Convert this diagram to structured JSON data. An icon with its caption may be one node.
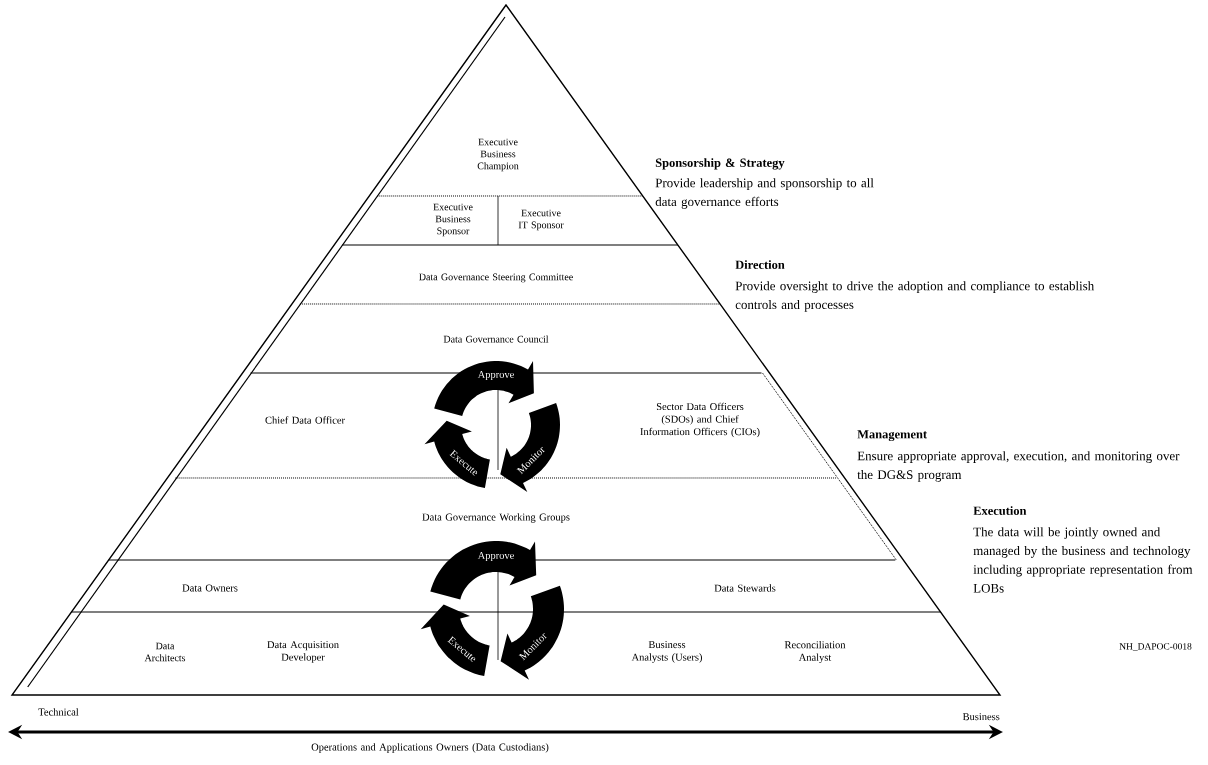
{
  "diagram": {
    "nodes": [
      {
        "text": [
          "Executive Business Champion"
        ]
      },
      {
        "text": [
          "Executive Business Sponsor"
        ]
      },
      {
        "text": [
          "Executive IT Sponsor"
        ]
      },
      {
        "text": [
          "Data Governance Steering Committee"
        ]
      },
      {
        "text": [
          "Data Governance Council"
        ]
      },
      {
        "text": [
          "Approve"
        ]
      },
      {
        "text": [
          "Chief Data Officer"
        ]
      },
      {
        "text": [
          "Sector Data Officers (SDOs) and Chief Information Officers (CIOs)"
        ]
      },
      {
        "text": [
          "Execute"
        ]
      },
      {
        "text": [
          "Monitor"
        ]
      },
      {
        "text": [
          "Data Governance Working Groups"
        ]
      },
      {
        "text": [
          "Approve"
        ]
      },
      {
        "text": [
          "Data Owners"
        ]
      },
      {
        "text": [
          "Data Stewards"
        ]
      },
      {
        "text": [
          "Data Architects"
        ]
      },
      {
        "text": [
          "Data Acquisition Developer"
        ]
      },
      {
        "text": [
          "Execute"
        ]
      },
      {
        "text": [
          "Monitor"
        ]
      },
      {
        "text": [
          "Business Analysts (Users)"
        ]
      },
      {
        "text": [
          "Reconciliation Analyst"
        ]
      }
    ],
    "labels": [
      "Sponsorship & Strategy",
      "Provide leadership and sponsorship to all data governance efforts",
      "Direction",
      "Provide oversight to drive the adoption and compliance to establish controls and processes",
      "Management",
      "Ensure appropriate approval, execution, and monitoring over the DG&S program",
      "Execution",
      "The data will be jointly owned and managed by the business and technology including appropriate representation from LOBs",
      "NH_DAPOC-0018",
      "Technical",
      "Business",
      "Operations and Applications Owners (Data Custodians)"
    ]
  }
}
